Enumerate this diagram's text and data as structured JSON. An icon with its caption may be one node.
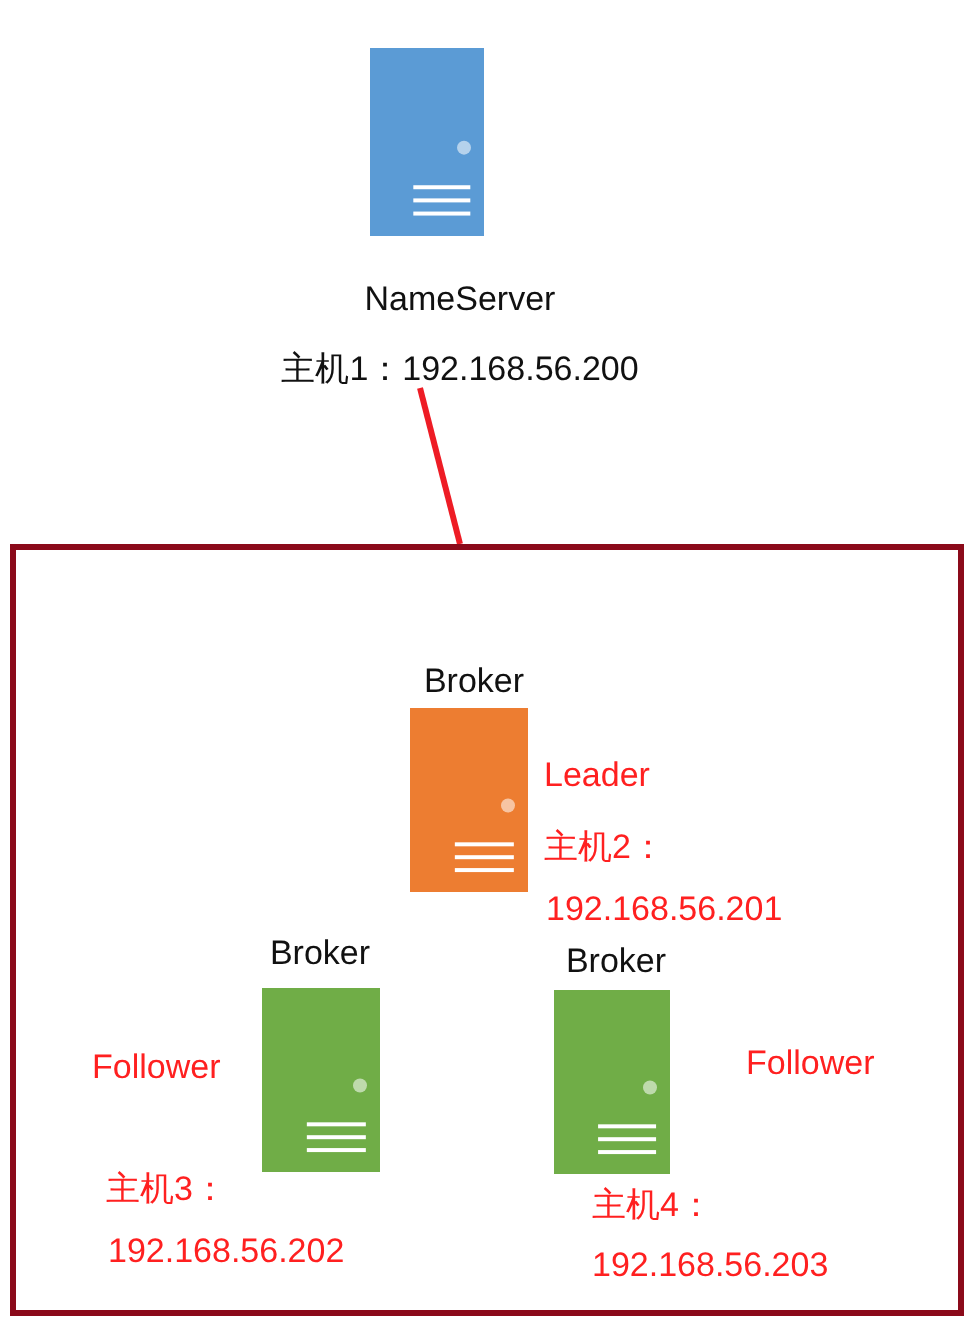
{
  "diagram": {
    "nodes": [
      {
        "text": [
          "NameServer",
          "主机1：192.168.56.200"
        ]
      },
      {
        "text": [],
        "shape": "box"
      },
      {
        "text": [
          "Broker"
        ],
        "in": 1,
        "beside": [
          "Leader",
          "主机2：",
          "192.168.56.201"
        ]
      },
      {
        "text": [
          "Broker"
        ],
        "in": 1,
        "beside": [
          "Follower",
          "主机3：",
          "192.168.56.202"
        ]
      },
      {
        "text": [
          "Broker"
        ],
        "in": 1,
        "beside": [
          "Follower",
          "主机4：",
          "192.168.56.203"
        ]
      }
    ],
    "edges": [
      {
        "from": 0,
        "to": 1,
        "arrow": "none",
        "color": "#ee1c25"
      }
    ]
  }
}
